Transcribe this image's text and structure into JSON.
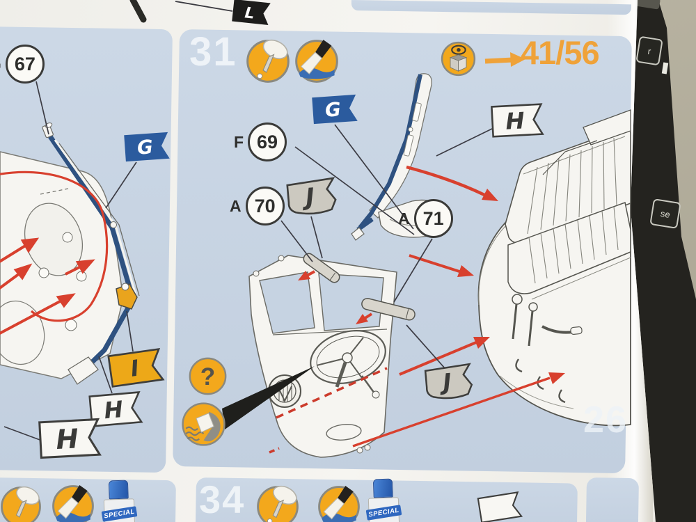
{
  "prev_panel": {
    "flag_l": "L"
  },
  "left_panel": {
    "callout_letter": "G",
    "callout_number": "67",
    "flag_g": "G",
    "flag_i": "I",
    "flag_h1": "H",
    "flag_h2": "H"
  },
  "main_panel": {
    "step_number": "31",
    "page_ref": "41/56",
    "result_number": "26",
    "question_mark": "?",
    "callout_f_letter": "F",
    "callout_f_number": "69",
    "callout_a70_letter": "A",
    "callout_a70_number": "70",
    "callout_a71_letter": "A",
    "callout_a71_number": "71",
    "flag_g": "G",
    "flag_h": "H",
    "flag_j_top": "J",
    "flag_j_bottom": "J"
  },
  "bottom_panel": {
    "step_number": "34",
    "bottle_label": "SPECIAL"
  },
  "bottom_left_panel": {
    "bottle_label": "SPECIAL"
  },
  "keyboard": {
    "key_top": "r",
    "key_bottom": "se"
  },
  "icons": {
    "glue": "glue-bottle-icon",
    "paint": "paint-brush-icon",
    "reference": "view-assembled-part-icon",
    "question": "question-mark-icon",
    "decal": "decal-application-icon"
  },
  "colors": {
    "accent_orange": "#efa239",
    "panel_blue": "#c6d3e2",
    "flag_blue": "#2b5b9e",
    "flag_orange": "#eda818",
    "arrow_red": "#d8402e",
    "frame_blue": "#2e5180",
    "icon_yellow": "#f3a81c"
  }
}
